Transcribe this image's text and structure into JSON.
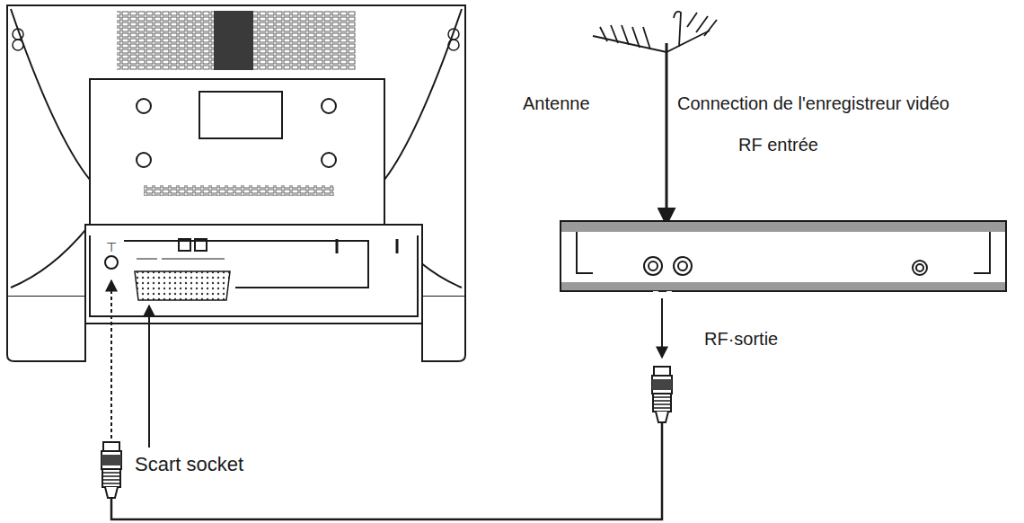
{
  "diagram": {
    "labels": [
      "Antenne",
      "Connection de l'enregistreur vidéo",
      "RF entrée",
      "RF·sortie",
      "Scart socket"
    ]
  }
}
